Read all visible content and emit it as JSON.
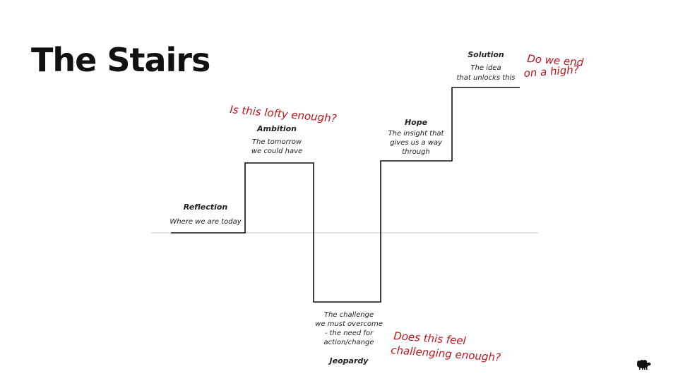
{
  "slide": {
    "title": "The Stairs"
  },
  "colors": {
    "step_line": "#111111",
    "baseline": "#c8c8c8",
    "annotation": "#c0141c"
  },
  "stairs": {
    "reflection": {
      "heading": "Reflection",
      "lines": [
        "Where we are today"
      ]
    },
    "ambition": {
      "heading": "Ambition",
      "lines": [
        "The tomorrow",
        "we could have"
      ]
    },
    "jeopardy": {
      "heading": "Jeopardy",
      "lines": [
        "The challenge",
        "we must overcome",
        "- the need for",
        "action/change"
      ]
    },
    "hope": {
      "heading": "Hope",
      "lines": [
        "The insight that",
        "gives us a way",
        "through"
      ]
    },
    "solution": {
      "heading": "Solution",
      "lines": [
        "The idea",
        "that unlocks this"
      ]
    }
  },
  "annotations": {
    "lofty": [
      "Is this lofty enough?"
    ],
    "challenging": [
      "Does this feel",
      "challenging enough?"
    ],
    "high": [
      "Do we end",
      "on a high?"
    ]
  },
  "logo": {
    "icon": "sheep-logo-icon"
  }
}
